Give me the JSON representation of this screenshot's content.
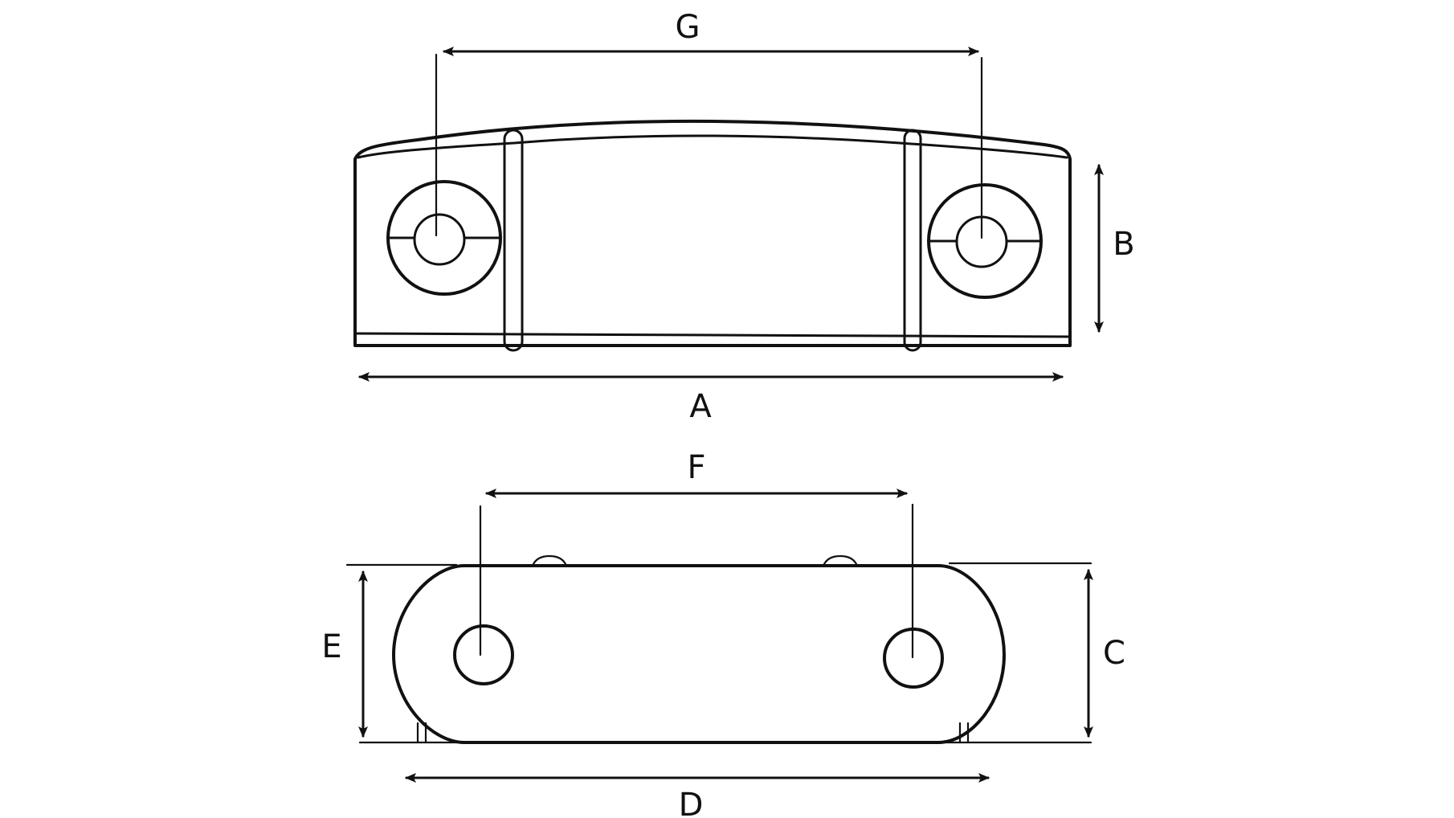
{
  "diagram": {
    "line_color": "#111111",
    "background": "#ffffff",
    "dimensions": {
      "a": "A",
      "b": "B",
      "c": "C",
      "d": "D",
      "e": "E",
      "f": "F",
      "g": "G"
    }
  }
}
